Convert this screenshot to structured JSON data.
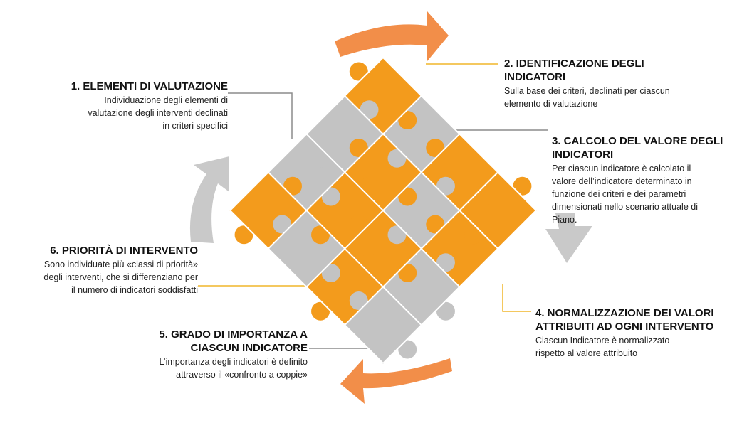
{
  "colors": {
    "orange": "#F39B1C",
    "grey": "#C3C3C3",
    "arrow_orange": "#F28E49",
    "arrow_grey": "#C9C9C9",
    "connector_grey": "#8C8C8C",
    "connector_orange": "#F1B52A"
  },
  "steps": [
    {
      "title": "1. ELEMENTI DI VALUTAZIONE",
      "desc": [
        "Individuazione degli elementi di",
        "valutazione degli interventi declinati",
        "in criteri specifici"
      ]
    },
    {
      "title": [
        "2. IDENTIFICAZIONE DEGLI",
        "INDICATORI"
      ],
      "desc": [
        "Sulla base dei criteri, declinati per ciascun",
        "elemento di valutazione"
      ]
    },
    {
      "title": [
        "3. CALCOLO DEL VALORE DEGLI",
        "INDICATORI"
      ],
      "desc": [
        "Per ciascun indicatore è calcolato il",
        "valore dell’indicatore determinato in",
        "funzione dei criteri e dei parametri",
        "dimensionati nello scenario attuale di",
        "Piano."
      ]
    },
    {
      "title": [
        "4. NORMALIZZAZIONE DEI VALORI",
        "ATTRIBUITI AD OGNI INTERVENTO"
      ],
      "desc": [
        "Ciascun Indicatore è normalizzato",
        "rispetto al valore attribuito"
      ]
    },
    {
      "title": [
        "5. GRADO DI IMPORTANZA A",
        "CIASCUN INDICATORE"
      ],
      "desc": [
        "L’importanza degli indicatori è definito",
        "attraverso il «confronto a coppie»"
      ]
    },
    {
      "title": "6. PRIORITÀ DI INTERVENTO",
      "desc": [
        "Sono individuate più «classi di priorità»",
        "degli interventi, che si differenziano per",
        "il numero di indicatori soddisfatti"
      ]
    }
  ]
}
